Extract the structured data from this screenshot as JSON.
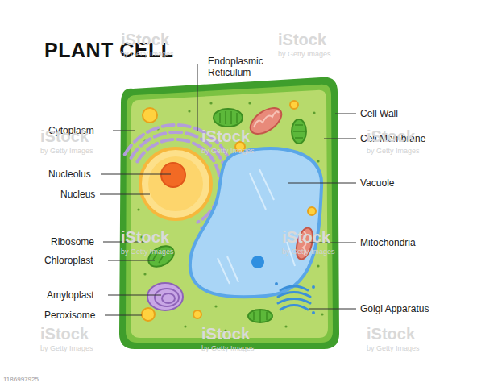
{
  "diagram": {
    "title": "PLANT CELL",
    "labels": [
      "Endoplasmic Reticulum",
      "Cytoplasm",
      "Cell Wall",
      "Cell Membrane",
      "Nucleolus",
      "Vacuole",
      "Nucleus",
      "Ribosome",
      "Mitochondria",
      "Chloroplast",
      "Amyloplast",
      "Golgi Apparatus",
      "Peroxisome",
      "iStock",
      "by Getty Images",
      "iStock",
      "by Getty Images",
      "iStock",
      "by Getty Images",
      "iStock",
      "by Getty Images",
      "iStock",
      "by Getty Images",
      "iStock",
      "by Getty Images",
      "iStock",
      "by Getty Images",
      "iStock",
      "by Getty Images",
      "iStock",
      "by Getty Images",
      "iStock",
      "by Getty Images",
      "1186997925"
    ]
  }
}
